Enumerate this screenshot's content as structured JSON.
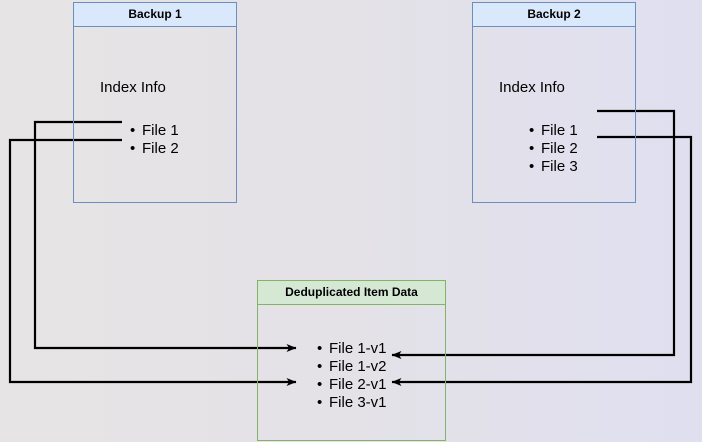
{
  "diagram": {
    "title_hidden": "",
    "background": {
      "left_color": "#e6e4e4",
      "right_color": "#e0dff0"
    },
    "palette": {
      "blue_fill": "#dae8fc",
      "blue_stroke": "#6c8ebf",
      "green_fill": "#d5e8d4",
      "green_stroke": "#82b366",
      "edge_color": "#000000"
    },
    "nodes": {
      "backup1": {
        "title": "Backup 1",
        "section_label": "Index Info",
        "files": [
          "File 1",
          "File 2"
        ]
      },
      "backup2": {
        "title": "Backup 2",
        "section_label": "Index Info",
        "files": [
          "File 1",
          "File 2",
          "File 3"
        ]
      },
      "dedup": {
        "title": "Deduplicated Item Data",
        "files": [
          "File 1-v1",
          "File 1-v2",
          "File 2-v1",
          "File 3-v1"
        ]
      }
    },
    "edges": [
      {
        "name": "backup1-file1-to-file1v1",
        "from": "Backup 1 / File 1",
        "to": "Deduplicated Item Data / File 1-v1",
        "direction": "right"
      },
      {
        "name": "backup1-file2-to-file2v1",
        "from": "Backup 1 / File 2",
        "to": "Deduplicated Item Data / File 2-v1",
        "direction": "right"
      },
      {
        "name": "backup2-file1-to-file1v2",
        "from": "Backup 2 / File 1",
        "to": "Deduplicated Item Data / File 1-v2",
        "direction": "left"
      },
      {
        "name": "backup2-file2-to-file2v1",
        "from": "Backup 2 / File 2",
        "to": "Deduplicated Item Data / File 2-v1",
        "direction": "left"
      }
    ]
  }
}
